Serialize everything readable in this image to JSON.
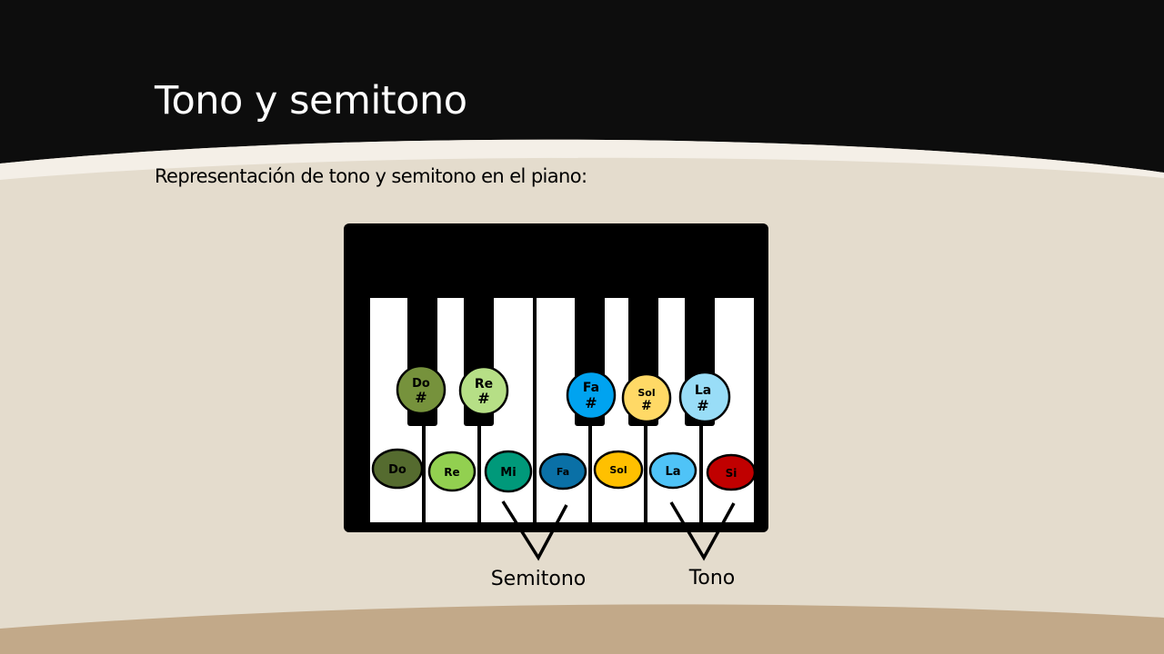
{
  "slide": {
    "title": "Tono y semitono",
    "subtitle": "Representación de tono y semitono en el piano:"
  },
  "colors": {
    "header_bg": "#0d0d0d",
    "body_bg": "#e4dccd",
    "footer_bg": "#c2a989",
    "accent_band": "#f4efe7"
  },
  "notes": [
    {
      "label": "Do",
      "color": "#556b2f"
    },
    {
      "label": "Re",
      "color": "#92d050"
    },
    {
      "label": "Mi",
      "color": "#00997a"
    },
    {
      "label": "Fa",
      "color": "#0a70a6"
    },
    {
      "label": "Sol",
      "color": "#ffc000"
    },
    {
      "label": "La",
      "color": "#4fc3f7"
    },
    {
      "label": "Si",
      "color": "#c00000"
    }
  ],
  "sharps": [
    {
      "line1": "Do",
      "line2": "#",
      "color": "#76923c"
    },
    {
      "line1": "Re",
      "line2": "#",
      "color": "#b6df86"
    },
    {
      "line1": "Fa",
      "line2": "#",
      "color": "#00a3f0"
    },
    {
      "line1": "Sol",
      "line2": "#",
      "color": "#ffd966"
    },
    {
      "line1": "La",
      "line2": "#",
      "color": "#99ddf7"
    }
  ],
  "intervals": {
    "semitono": "Semitono",
    "tono": "Tono"
  }
}
